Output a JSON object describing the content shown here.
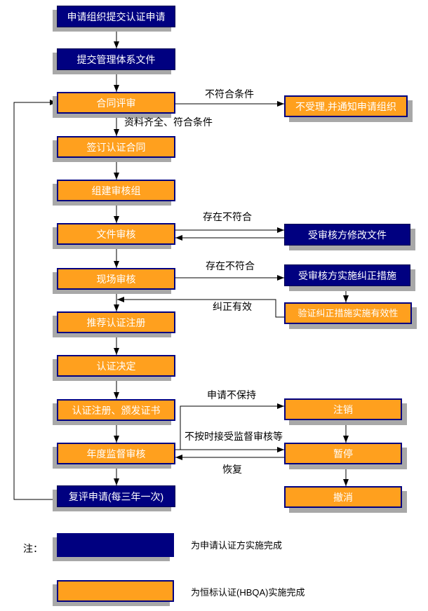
{
  "colors": {
    "primary_navy": "#000080",
    "secondary_orange": "#FFA01E",
    "box_border": "#000080",
    "shadow_gray": "#A8A8A8",
    "line_black": "#000000",
    "box_text": "#FFFFFF"
  },
  "flow": {
    "nodes": [
      {
        "id": "submit-application",
        "label": "申请组织提交认证申请",
        "kind": "navy"
      },
      {
        "id": "submit-system-documents",
        "label": "提交管理体系文件",
        "kind": "navy"
      },
      {
        "id": "contract-review",
        "label": "合同评审",
        "kind": "orange"
      },
      {
        "id": "sign-contract",
        "label": "签订认证合同",
        "kind": "orange"
      },
      {
        "id": "form-audit-team",
        "label": "组建审核组",
        "kind": "orange"
      },
      {
        "id": "document-audit",
        "label": "文件审核",
        "kind": "orange"
      },
      {
        "id": "onsite-audit",
        "label": "现场审核",
        "kind": "orange"
      },
      {
        "id": "recommend-registration",
        "label": "推荐认证注册",
        "kind": "orange"
      },
      {
        "id": "certification-decision",
        "label": "认证决定",
        "kind": "orange"
      },
      {
        "id": "register-issue-certificate",
        "label": "认证注册、颁发证书",
        "kind": "orange"
      },
      {
        "id": "annual-surveillance-audit",
        "label": "年度监督审核",
        "kind": "orange"
      },
      {
        "id": "reassessment-application",
        "label": "复评申请(每三年一次)",
        "kind": "navy"
      },
      {
        "id": "reject-notify",
        "label": "不受理,并通知申请组织",
        "kind": "orange"
      },
      {
        "id": "auditee-revise-documents",
        "label": "受审核方修改文件",
        "kind": "navy"
      },
      {
        "id": "auditee-corrective-actions",
        "label": "受审核方实施纠正措施",
        "kind": "navy"
      },
      {
        "id": "verify-corrective-actions",
        "label": "验证纠正措施实施有效性",
        "kind": "orange"
      },
      {
        "id": "deregister",
        "label": "注销",
        "kind": "orange"
      },
      {
        "id": "suspend",
        "label": "暂停",
        "kind": "orange"
      },
      {
        "id": "revoke",
        "label": "撤消",
        "kind": "orange"
      }
    ],
    "edge_labels": [
      {
        "id": "not-qualified",
        "text": "不符合条件"
      },
      {
        "id": "qualified",
        "text": "资料齐全、符合条件"
      },
      {
        "id": "nonconformity-found-doc",
        "text": "存在不符合"
      },
      {
        "id": "nonconformity-found-site",
        "text": "存在不符合"
      },
      {
        "id": "correction-effective",
        "text": "纠正有效"
      },
      {
        "id": "not-maintain",
        "text": "申请不保持"
      },
      {
        "id": "miss-surveillance",
        "text": "不按时接受监督审核等"
      },
      {
        "id": "resume",
        "text": "恢复"
      }
    ]
  },
  "legend": {
    "note": "注：",
    "items": [
      {
        "swatch": "navy",
        "label": "为申请认证方实施完成"
      },
      {
        "swatch": "orange",
        "label": "为恒标认证(HBQA)实施完成"
      }
    ]
  }
}
